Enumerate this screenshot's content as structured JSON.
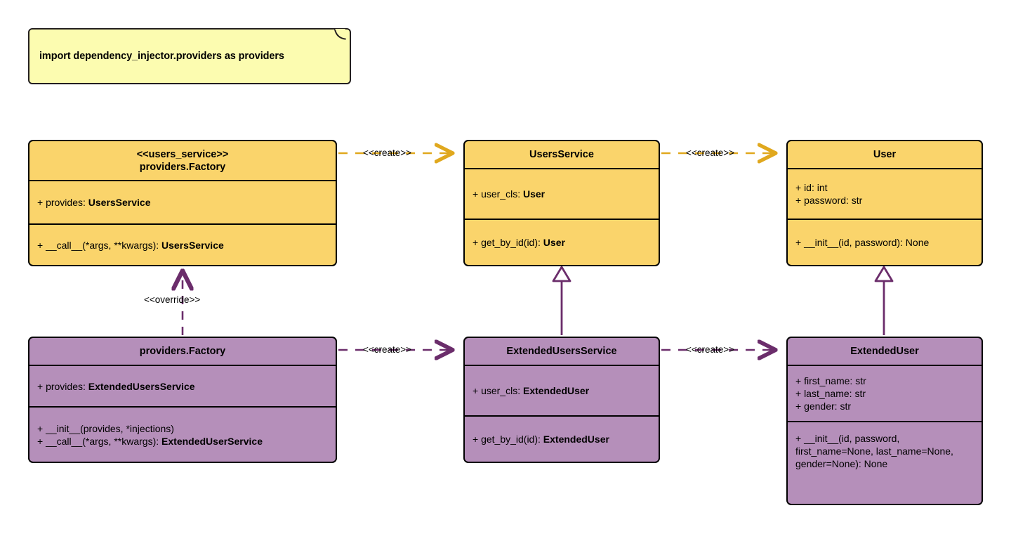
{
  "diagram": {
    "title": "dependency_injector providers UML class diagram",
    "colors": {
      "yellow_fill": "#fad46b",
      "purple_fill": "#b58fba",
      "note_fill": "#fcfcb0",
      "yellow_edge": "#e0a81e",
      "purple_edge": "#6b2d6b",
      "border": "#000000"
    }
  },
  "note": {
    "name": "import-note",
    "text": "import dependency_injector.providers as providers"
  },
  "classes": {
    "users_service_factory": {
      "stereotype": "<<users_service>>",
      "name": "providers.Factory",
      "attributes": [
        {
          "prefix": "+ provides: ",
          "type": "UsersService"
        }
      ],
      "methods": [
        {
          "prefix": "+ __call__(*args, **kwargs): ",
          "type": "UsersService"
        }
      ]
    },
    "users_service": {
      "stereotype": "",
      "name": "UsersService",
      "attributes": [
        {
          "prefix": "+ user_cls: ",
          "type": "User"
        }
      ],
      "methods": [
        {
          "prefix": "+ get_by_id(id): ",
          "type": "User"
        }
      ]
    },
    "user": {
      "stereotype": "",
      "name": "User",
      "attributes": [
        {
          "prefix": "+ id: int",
          "type": ""
        },
        {
          "prefix": "+ password: str",
          "type": ""
        }
      ],
      "methods": [
        {
          "prefix": "+ __init__(id, password): None",
          "type": ""
        }
      ]
    },
    "extended_factory": {
      "stereotype": "",
      "name": "providers.Factory",
      "attributes": [
        {
          "prefix": "+ provides: ",
          "type": "ExtendedUsersService"
        }
      ],
      "methods": [
        {
          "prefix": "+ __init__(provides, *injections)",
          "type": ""
        },
        {
          "prefix": "+ __call__(*args, **kwargs): ",
          "type": "ExtendedUserService"
        }
      ]
    },
    "extended_users_service": {
      "stereotype": "",
      "name": "ExtendedUsersService",
      "attributes": [
        {
          "prefix": "+ user_cls: ",
          "type": "ExtendedUser"
        }
      ],
      "methods": [
        {
          "prefix": "+ get_by_id(id): ",
          "type": "ExtendedUser"
        }
      ]
    },
    "extended_user": {
      "stereotype": "",
      "name": "ExtendedUser",
      "attributes": [
        {
          "prefix": "+ first_name: str",
          "type": ""
        },
        {
          "prefix": "+ last_name: str",
          "type": ""
        },
        {
          "prefix": "+ gender: str",
          "type": ""
        }
      ],
      "methods": [
        {
          "prefix": "+ __init__(id, password, first_name=None, last_name=None, gender=None): None",
          "type": ""
        }
      ]
    }
  },
  "edges": {
    "create_top_left": {
      "label": "<<create>>",
      "style": "dashed-open-arrow",
      "color": "#e0a81e"
    },
    "create_top_right": {
      "label": "<<create>>",
      "style": "dashed-open-arrow",
      "color": "#e0a81e"
    },
    "create_bottom_left": {
      "label": "<<create>>",
      "style": "dashed-open-arrow",
      "color": "#6b2d6b"
    },
    "create_bottom_right": {
      "label": "<<create>>",
      "style": "dashed-open-arrow",
      "color": "#6b2d6b"
    },
    "override": {
      "label": "<<override>>",
      "style": "dashed-open-arrow-up",
      "color": "#6b2d6b"
    },
    "inherit_users_service": {
      "label": "",
      "style": "solid-hollow-triangle",
      "color": "#6b2d6b"
    },
    "inherit_user": {
      "label": "",
      "style": "solid-hollow-triangle",
      "color": "#6b2d6b"
    }
  }
}
